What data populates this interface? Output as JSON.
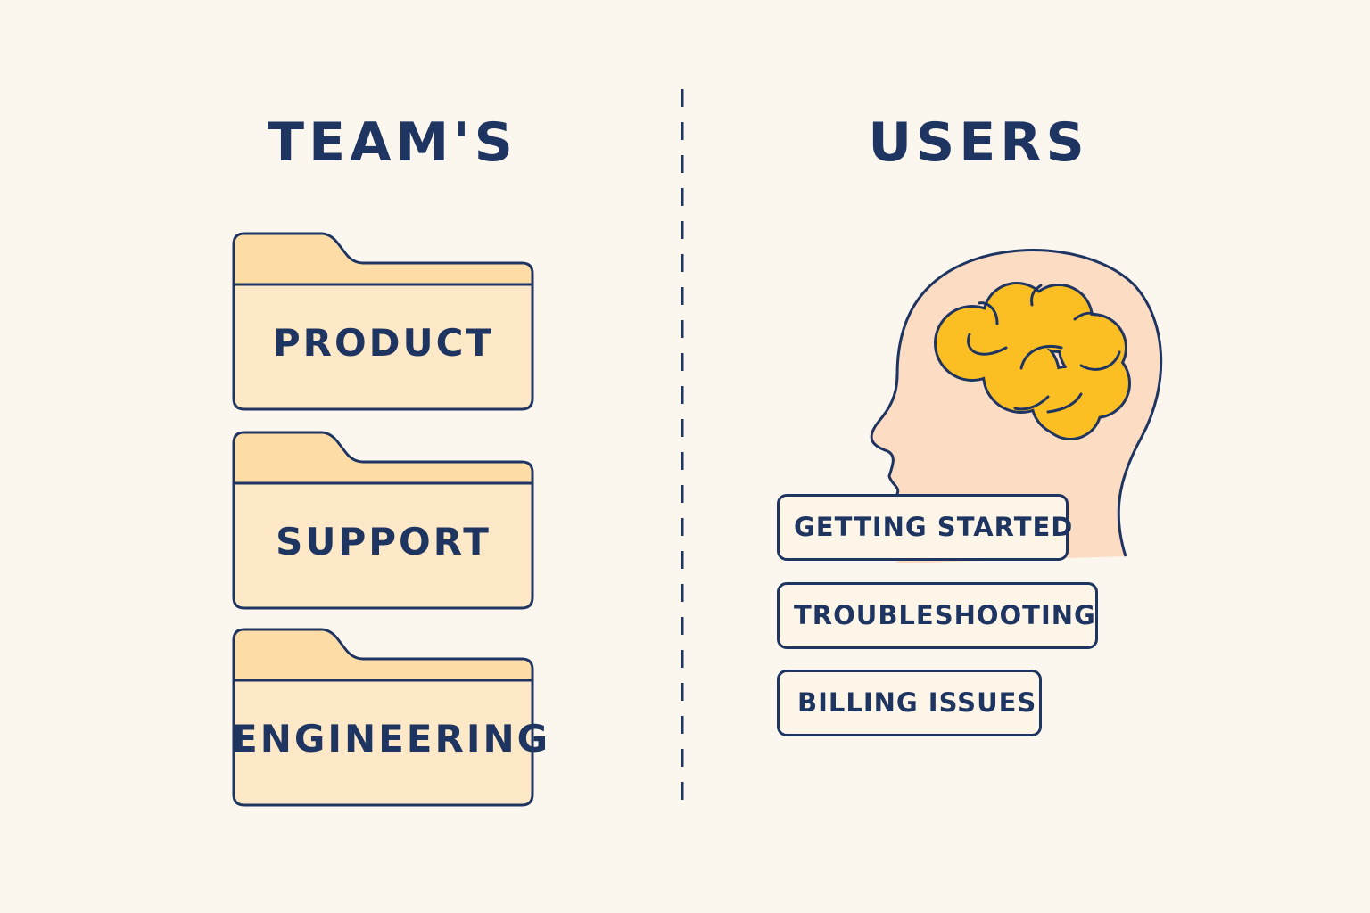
{
  "left": {
    "title": "TEAM'S",
    "folders": [
      {
        "label": "PRODUCT"
      },
      {
        "label": "SUPPORT"
      },
      {
        "label": "ENGINEERING"
      }
    ]
  },
  "right": {
    "title": "USERS",
    "icon": "head-with-brain-icon",
    "topics": [
      {
        "label": "GETTING STARTED"
      },
      {
        "label": "TROUBLESHOOTING"
      },
      {
        "label": "BILLING ISSUES"
      }
    ]
  },
  "colors": {
    "background": "#fcf7ee",
    "ink": "#1e3461",
    "folder_tab": "#fddca6",
    "folder_body": "#fde9c8",
    "head": "#fddcc4",
    "brain": "#fbbf24"
  }
}
